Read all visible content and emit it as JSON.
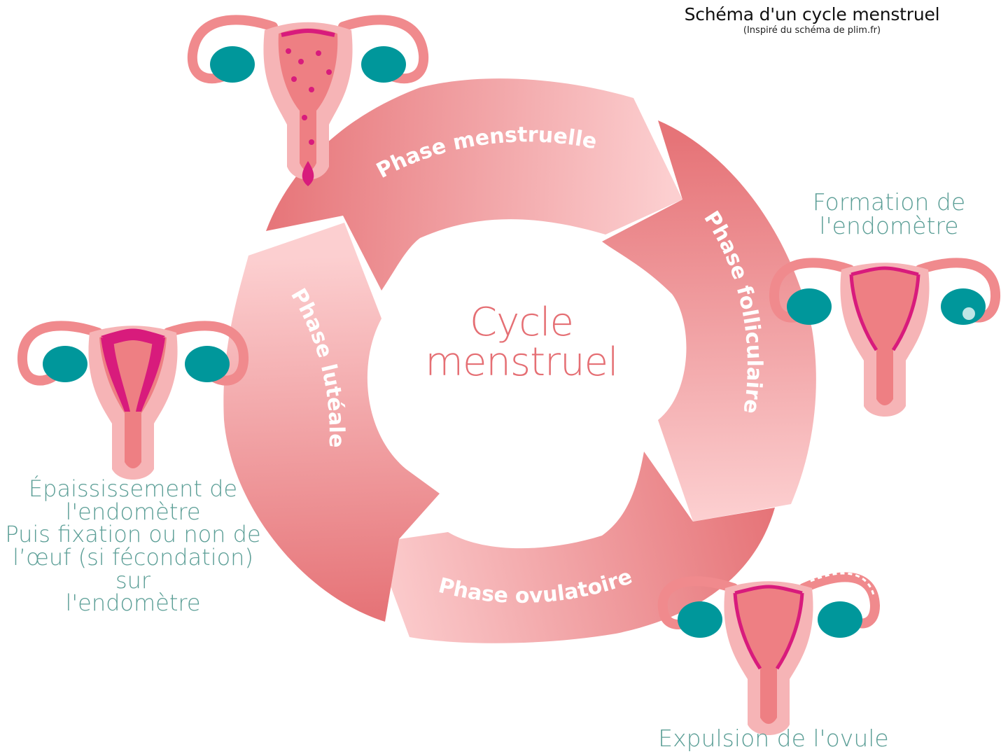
{
  "header": {
    "title": "Schéma d'un cycle menstruel",
    "subtitle": "(Inspiré du schéma de plim.fr)"
  },
  "center": {
    "line1": "Cycle",
    "line2": "menstruel"
  },
  "phases": {
    "menstruelle": "Phase menstruelle",
    "folliculaire": "Phase folliculaire",
    "ovulatoire": "Phase ovulatoire",
    "luteale": "Phase lutéale"
  },
  "captions": {
    "folliculaire": [
      "Formation de",
      "l'endomètre"
    ],
    "luteale": [
      "Épaississement de",
      "l'endomètre",
      "Puis fixation ou non de",
      "l’œuf (si fécondation) sur",
      "l'endomètre"
    ],
    "ovulatoire": [
      "Expulsion de l'ovule"
    ]
  },
  "colors": {
    "arrow_dark": "#e67478",
    "arrow_light": "#fbcccd",
    "ovary": "#00979b",
    "caption": "#5b9e96",
    "center_text": "#e56f74",
    "blood": "#d81b7c"
  }
}
